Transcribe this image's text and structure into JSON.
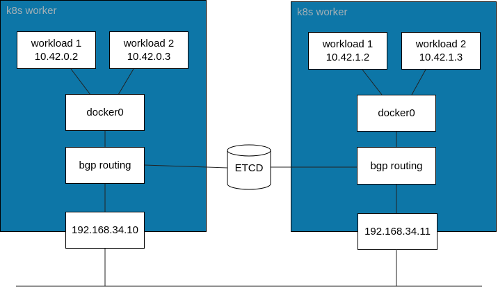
{
  "workers": [
    {
      "label": "k8s worker",
      "workloads": [
        {
          "name": "workload 1",
          "ip": "10.42.0.2"
        },
        {
          "name": "workload 2",
          "ip": "10.42.0.3"
        }
      ],
      "bridge": "docker0",
      "routing": "bgp routing",
      "node_ip": "192.168.34.10"
    },
    {
      "label": "k8s worker",
      "workloads": [
        {
          "name": "workload 1",
          "ip": "10.42.1.2"
        },
        {
          "name": "workload 2",
          "ip": "10.42.1.3"
        }
      ],
      "bridge": "docker0",
      "routing": "bgp routing",
      "node_ip": "192.168.34.11"
    }
  ],
  "datastore": {
    "label": "ETCD"
  },
  "colors": {
    "panel_fill": "#0d76a7",
    "panel_label": "#a3b0b6",
    "box_fill": "#ffffff",
    "box_border": "#000000",
    "line": "#222222"
  }
}
